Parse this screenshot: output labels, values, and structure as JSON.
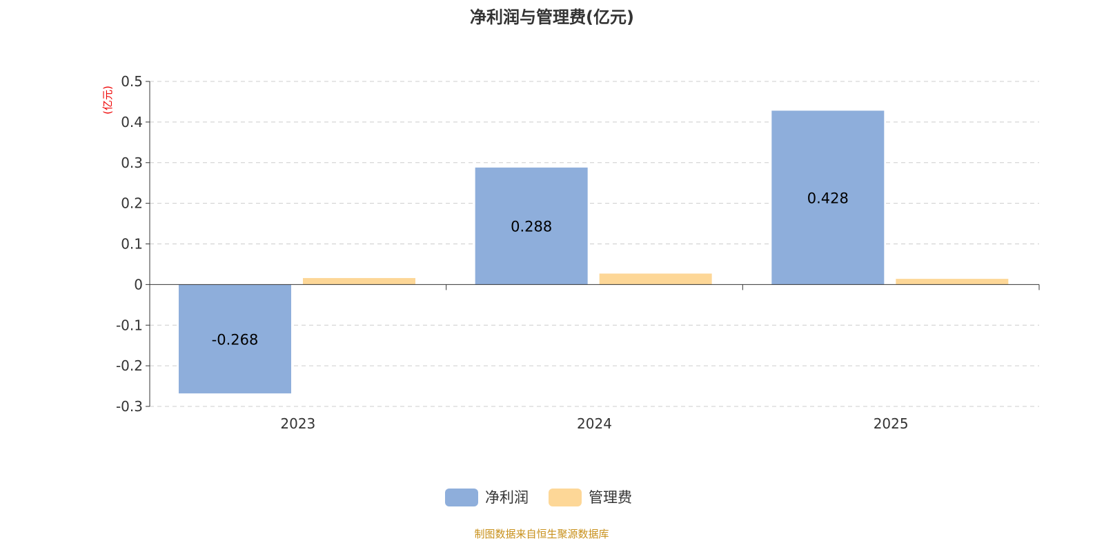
{
  "chart_data": {
    "type": "bar",
    "title": "净利润与管理费(亿元)",
    "ylabel": "(亿元)",
    "categories": [
      "2023",
      "2024",
      "2025"
    ],
    "series": [
      {
        "name": "净利润",
        "values": [
          -0.268,
          0.288,
          0.428
        ],
        "color": "#8eaedb",
        "labels": [
          "-0.268",
          "0.288",
          "0.428"
        ]
      },
      {
        "name": "管理费",
        "values": [
          0.016,
          0.027,
          0.014
        ],
        "color": "#fdd797"
      }
    ],
    "ylim": [
      -0.3,
      0.5
    ],
    "yticks": [
      "-0.3",
      "-0.2",
      "-0.1",
      "0",
      "0.1",
      "0.2",
      "0.3",
      "0.4",
      "0.5"
    ],
    "grid": true,
    "legend": "bottom-center"
  },
  "footer": "制图数据来自恒生聚源数据库"
}
